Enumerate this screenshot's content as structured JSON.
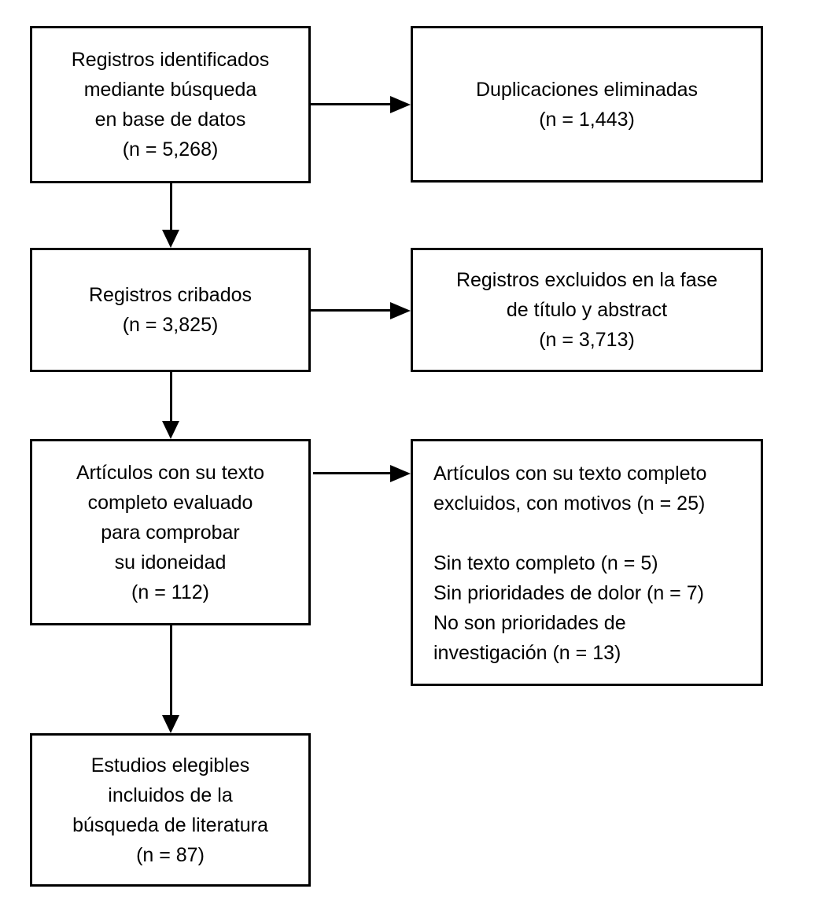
{
  "diagram": {
    "type": "prisma-flow",
    "language": "es",
    "colors": {
      "background": "#ffffff",
      "box_fill": "#ffffff",
      "box_border": "#000000",
      "text": "#000000",
      "arrow": "#000000"
    },
    "boxes": {
      "identification": {
        "n": "5,268",
        "lines": [
          "Registros identificados",
          "mediante búsqueda",
          "en base de datos",
          "(n = 5,268)"
        ]
      },
      "duplicates": {
        "n": "1,443",
        "lines": [
          "Duplicaciones eliminadas",
          "(n = 1,443)"
        ]
      },
      "screened": {
        "n": "3,825",
        "lines": [
          "Registros cribados",
          "(n = 3,825)"
        ]
      },
      "excluded_title_abstract": {
        "n": "3,713",
        "lines": [
          "Registros excluidos en la fase",
          "de título y abstract",
          "(n = 3,713)"
        ]
      },
      "fulltext_assessed": {
        "n": "112",
        "lines": [
          "Artículos con su texto",
          "completo evaluado",
          "para comprobar",
          "su idoneidad",
          "(n = 112)"
        ]
      },
      "fulltext_excluded": {
        "n": "25",
        "lines": [
          "Artículos con su texto completo",
          "excluidos, con motivos (n = 25)",
          "",
          "Sin texto completo (n = 5)",
          "Sin prioridades de dolor (n = 7)",
          "No son prioridades de",
          "investigación (n = 13)"
        ]
      },
      "included": {
        "n": "87",
        "lines": [
          "Estudios elegibles",
          "incluidos de la",
          "búsqueda de literatura",
          "(n = 87)"
        ]
      }
    }
  }
}
